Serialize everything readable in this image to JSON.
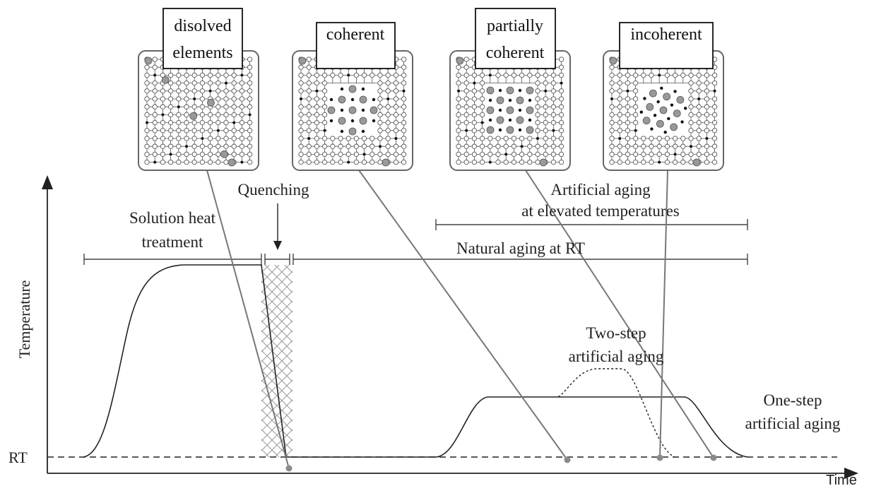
{
  "axes": {
    "y_label": "Temperature",
    "x_label": "Time",
    "rt_label": "RT"
  },
  "stages": {
    "solution_heat_treatment": [
      "Solution heat",
      "treatment"
    ],
    "quenching": "Quenching",
    "natural_aging": "Natural aging at RT",
    "artificial_aging": [
      "Artificial aging",
      "at elevated temperatures"
    ],
    "two_step": [
      "Two-step",
      "artificial aging"
    ],
    "one_step": [
      "One-step",
      "artificial aging"
    ]
  },
  "microstructures": [
    {
      "label": [
        "disolved",
        "elements"
      ]
    },
    {
      "label": [
        "coherent"
      ]
    },
    {
      "label": [
        "partially",
        "coherent"
      ]
    },
    {
      "label": [
        "incoherent"
      ]
    }
  ]
}
